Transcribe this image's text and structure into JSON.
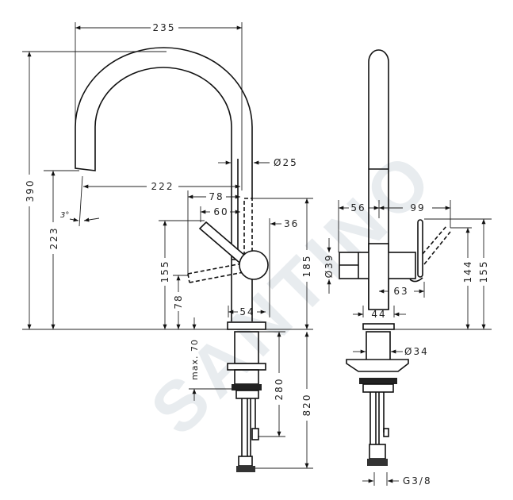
{
  "watermark": "SANTINO",
  "side_view": {
    "width_total": "235",
    "height_total": "390",
    "spout_height": "223",
    "spout_reach": "222",
    "tube_diameter": "Ø25",
    "lever_reach_open": "78",
    "lever_reach_closed": "60",
    "lever_offset": "36",
    "body_height": "185",
    "lever_height_open": "155",
    "lever_height_closed": "78",
    "max_deck": "max. 70",
    "base_width": "54",
    "shank_length": "280",
    "hose_length": "820",
    "spout_angle": "3°"
  },
  "front_view": {
    "left_width": "56",
    "right_width": "99",
    "body_diameter": "Ø39",
    "lever_offset": "63",
    "base_width": "44",
    "lever_height_low": "144",
    "lever_height_high": "155",
    "shank_diameter": "Ø34",
    "thread": "G3/8"
  }
}
